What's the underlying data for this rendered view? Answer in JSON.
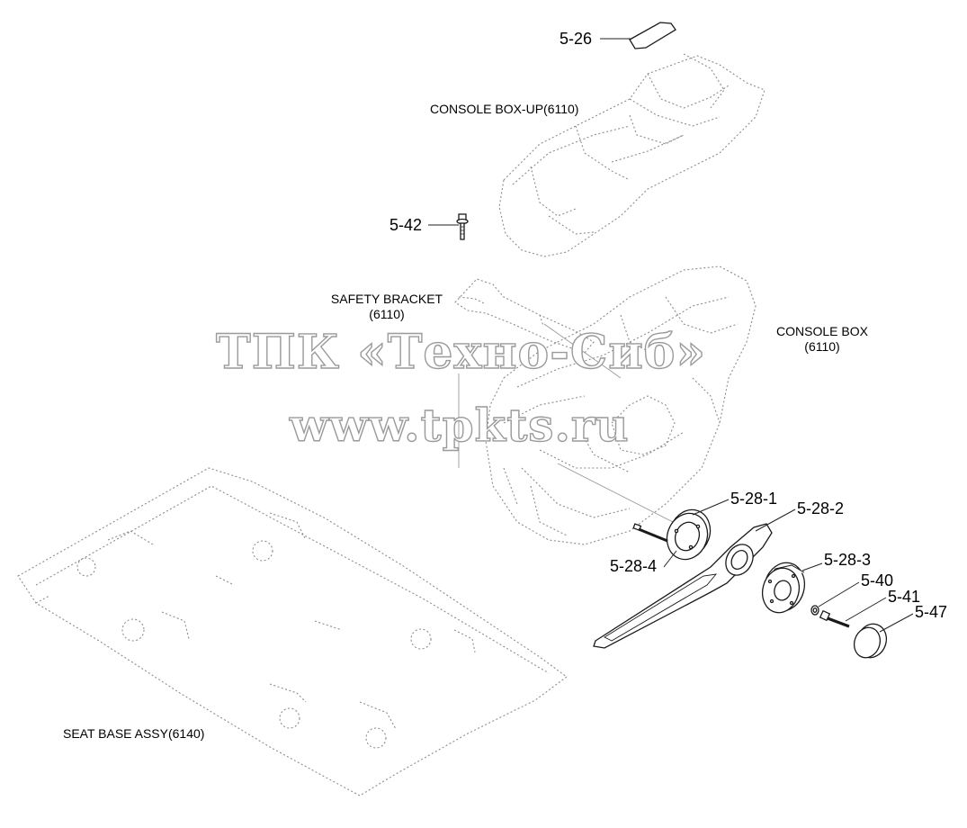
{
  "callouts": {
    "c_5_26": "5-26",
    "c_5_42": "5-42",
    "c_5_28_1": "5-28-1",
    "c_5_28_2": "5-28-2",
    "c_5_28_3": "5-28-3",
    "c_5_28_4": "5-28-4",
    "c_5_40": "5-40",
    "c_5_41": "5-41",
    "c_5_47": "5-47"
  },
  "assemblies": {
    "console_box_up": "CONSOLE BOX-UP(6110)",
    "safety_bracket_line1": "SAFETY BRACKET",
    "safety_bracket_line2": "(6110)",
    "console_box_line1": "CONSOLE BOX",
    "console_box_line2": "(6110)",
    "seat_base": "SEAT BASE ASSY(6140)"
  },
  "watermark": {
    "line1": "ТПК «Техно-Сиб»",
    "line2": "www.tpkts.ru"
  }
}
